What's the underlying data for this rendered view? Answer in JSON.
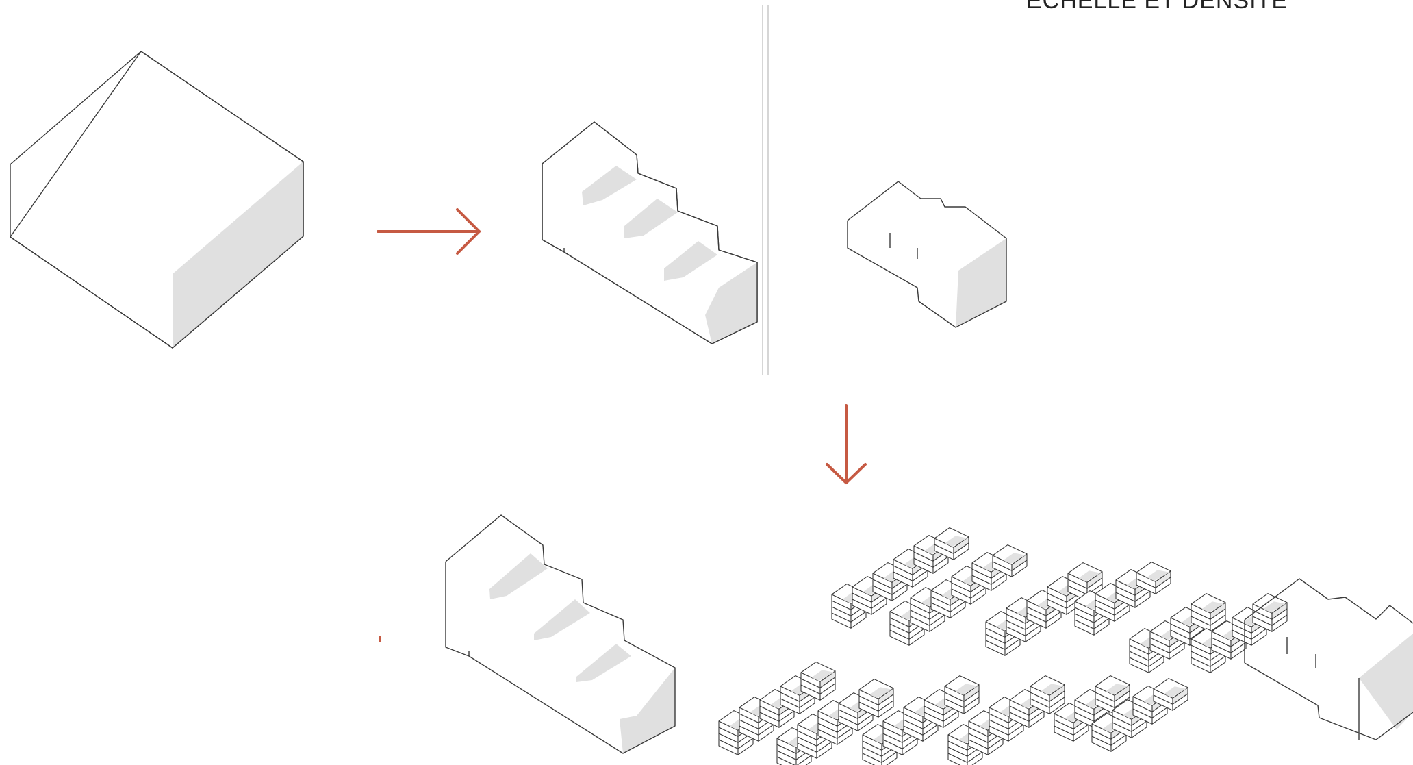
{
  "header": {
    "title": "ÉCHELLE ET DENSITÉ"
  },
  "colors": {
    "accent": "#c65a43",
    "stroke": "#3a3a3a",
    "shade": "#dedede",
    "divider": "#d6d6d6"
  },
  "figures": [
    {
      "name": "solid-block",
      "kind": "block"
    },
    {
      "name": "stepped-block",
      "kind": "stepped"
    },
    {
      "name": "small-unit",
      "kind": "unit"
    },
    {
      "name": "stepped-block-lower",
      "kind": "stepped"
    },
    {
      "name": "cluster",
      "kind": "cluster"
    },
    {
      "name": "unit-large",
      "kind": "unit"
    }
  ],
  "arrows": [
    {
      "name": "right-arrow",
      "direction": "right"
    },
    {
      "name": "down-arrow",
      "direction": "down"
    }
  ]
}
